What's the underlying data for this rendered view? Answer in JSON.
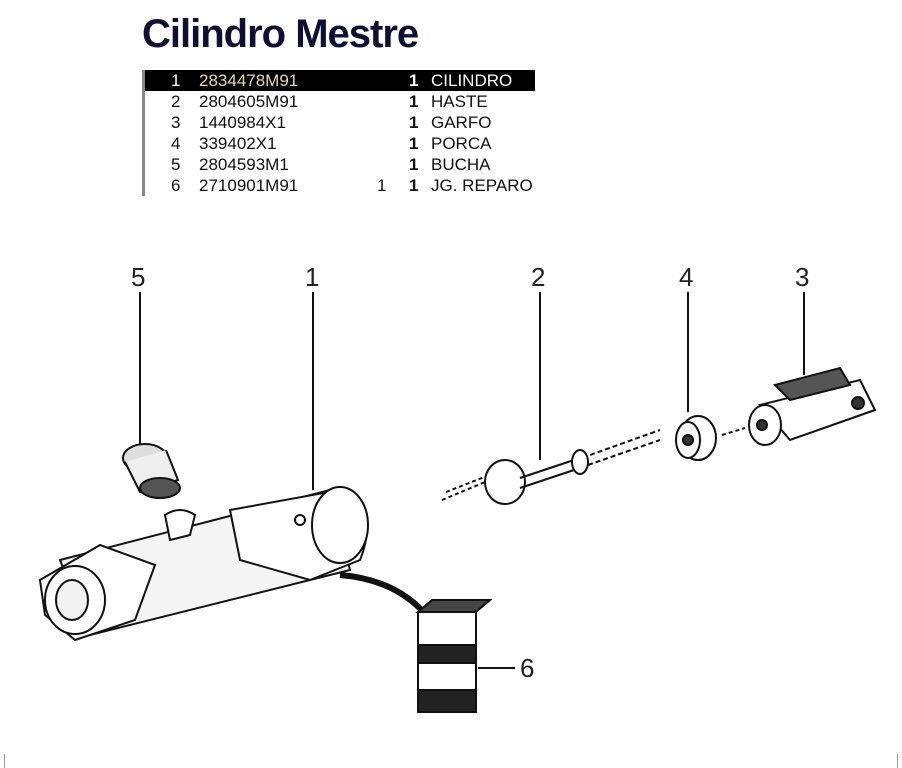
{
  "title": "Cilindro Mestre",
  "parts": [
    {
      "item": "1",
      "part_number": "2834478M91",
      "qty_kit": "",
      "qty": "1",
      "description": "CILINDRO",
      "selected": true
    },
    {
      "item": "2",
      "part_number": "2804605M91",
      "qty_kit": "",
      "qty": "1",
      "description": "HASTE"
    },
    {
      "item": "3",
      "part_number": "1440984X1",
      "qty_kit": "",
      "qty": "1",
      "description": "GARFO"
    },
    {
      "item": "4",
      "part_number": "339402X1",
      "qty_kit": "",
      "qty": "1",
      "description": "PORCA"
    },
    {
      "item": "5",
      "part_number": "2804593M1",
      "qty_kit": "",
      "qty": "1",
      "description": "BUCHA"
    },
    {
      "item": "6",
      "part_number": "2710901M91",
      "qty_kit": "1",
      "qty": "1",
      "description": "JG. REPARO"
    }
  ],
  "callouts": [
    "1",
    "2",
    "3",
    "4",
    "5",
    "6"
  ]
}
